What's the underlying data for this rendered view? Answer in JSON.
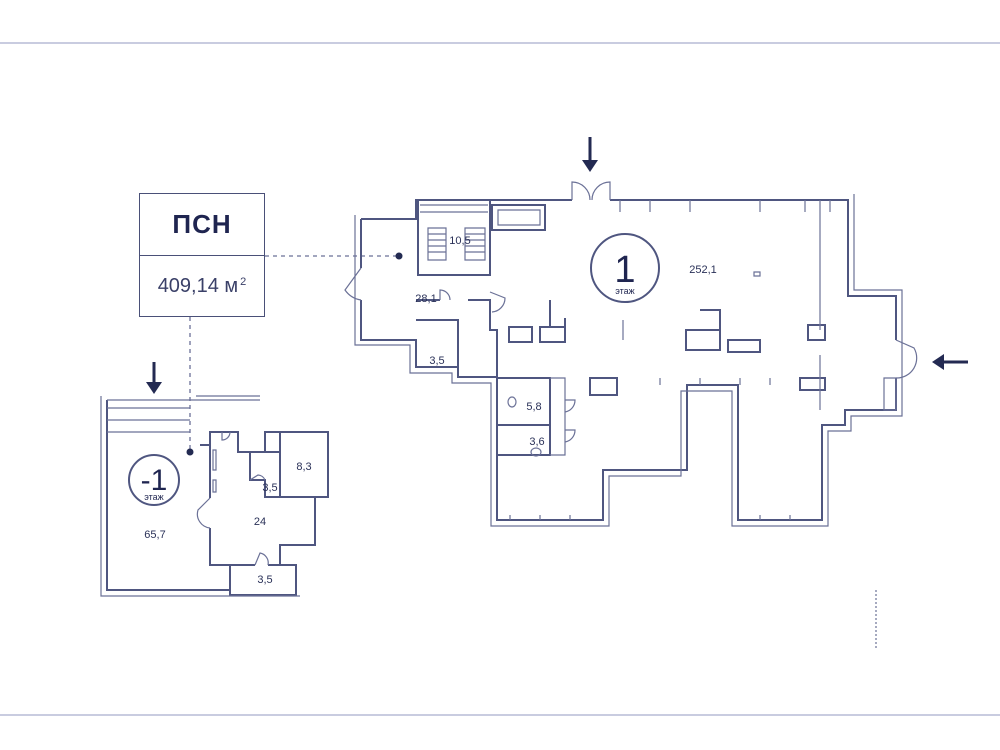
{
  "unit": {
    "type": "ПСН",
    "area_value": "409,14 м",
    "area_superscript": "2"
  },
  "floors": [
    {
      "key": "ground",
      "number": "1",
      "word": "этаж",
      "rooms": [
        "10,5",
        "28,1",
        "252,1",
        "3,5",
        "5,8",
        "3,6"
      ]
    },
    {
      "key": "basement",
      "number": "-1",
      "word": "этаж",
      "rooms": [
        "8,3",
        "3,5",
        "65,7",
        "24",
        "3,5"
      ]
    }
  ],
  "icons": [
    "entrance-arrow-icon",
    "door-swing-icon",
    "staircase-icon",
    "toilet-icon"
  ],
  "colors": {
    "ink": "#232a52",
    "wall": "#4f5680",
    "rule": "#c9cce0"
  }
}
